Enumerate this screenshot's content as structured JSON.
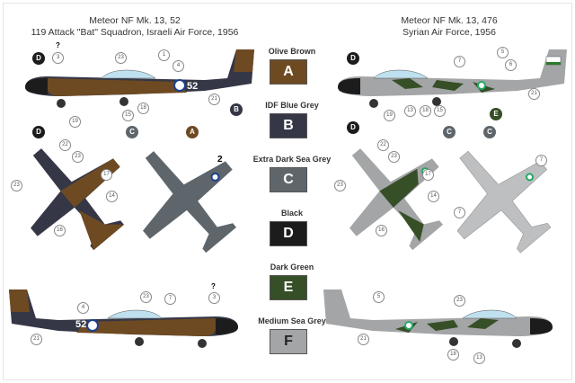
{
  "left_scheme": {
    "title_line1": "Meteor NF Mk. 13, 52",
    "title_line2": "119 Attack \"Bat\" Squadron, Israeli Air Force, 1956",
    "serial": "52",
    "question_marks": [
      "?",
      "?"
    ]
  },
  "right_scheme": {
    "title_line1": "Meteor NF Mk. 13, 476",
    "title_line2": "Syrian Air Force, 1956"
  },
  "colors": [
    {
      "name": "Olive Brown",
      "code": "A",
      "hex": "#6e4a22"
    },
    {
      "name": "IDF Blue Grey",
      "code": "B",
      "hex": "#353747"
    },
    {
      "name": "Extra Dark Sea Grey",
      "code": "C",
      "hex": "#5e666c"
    },
    {
      "name": "Black",
      "code": "D",
      "hex": "#1c1c1c"
    },
    {
      "name": "Dark Green",
      "code": "E",
      "hex": "#364f27"
    },
    {
      "name": "Medium Sea Grey",
      "code": "F",
      "hex": "#a3a5a7"
    }
  ],
  "callouts": {
    "left_profile": [
      "3",
      "23",
      "1",
      "4",
      "21",
      "19",
      "18",
      "15"
    ],
    "left_top": [
      "22",
      "23",
      "17",
      "14",
      "16",
      "2"
    ],
    "left_bottom": [
      "4",
      "23",
      "21",
      "7",
      "3"
    ],
    "right_profile": [
      "5",
      "6",
      "7",
      "21",
      "19",
      "13",
      "18",
      "15"
    ],
    "right_top": [
      "22",
      "23",
      "17",
      "14",
      "16",
      "7"
    ],
    "right_bottom": [
      "5",
      "23",
      "21",
      "13",
      "18"
    ]
  },
  "paint_refs": {
    "left_profile": [
      "D",
      "C",
      "A",
      "B"
    ],
    "right_profile": [
      "D",
      "C",
      "E"
    ],
    "top_views": [
      "D",
      "C"
    ]
  }
}
